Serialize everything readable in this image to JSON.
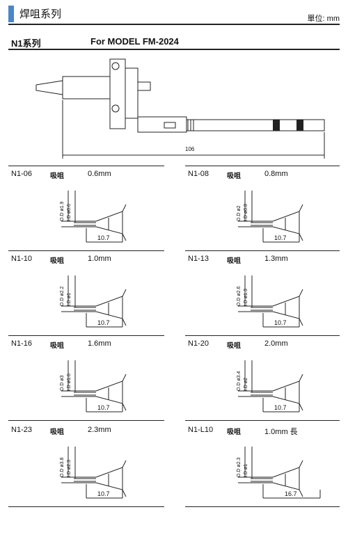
{
  "header": {
    "title": "焊咀系列",
    "unit": "單位: mm",
    "accent": "#4a86c8"
  },
  "series": {
    "name": "N1系列",
    "model": "For MODEL FM-2024"
  },
  "main_drawing": {
    "overall_length": "106"
  },
  "nozzles": [
    {
      "code": "N1-06",
      "type": "吸咀",
      "size": "0.6mm",
      "od": "O.D ø1.9",
      "id": "I.D ø0.6",
      "length": "10.7"
    },
    {
      "code": "N1-08",
      "type": "吸咀",
      "size": "0.8mm",
      "od": "O.D ø2",
      "id": "I.D ø0.8",
      "length": "10.7"
    },
    {
      "code": "N1-10",
      "type": "吸咀",
      "size": "1.0mm",
      "od": "O.D ø2.2",
      "id": "I.D ø1",
      "length": "10.7"
    },
    {
      "code": "N1-13",
      "type": "吸咀",
      "size": "1.3mm",
      "od": "O.D ø2.6",
      "id": "I.D ø1.3",
      "length": "10.7"
    },
    {
      "code": "N1-16",
      "type": "吸咀",
      "size": "1.6mm",
      "od": "O.D ø3",
      "id": "I.D ø1.6",
      "length": "10.7"
    },
    {
      "code": "N1-20",
      "type": "吸咀",
      "size": "2.0mm",
      "od": "O.D ø3.4",
      "id": "I.D ø2",
      "length": "10.7"
    },
    {
      "code": "N1-23",
      "type": "吸咀",
      "size": "2.3mm",
      "od": "O.D ø3.8",
      "id": "I.D ø2.3",
      "length": "10.7"
    },
    {
      "code": "N1-L10",
      "type": "吸咀",
      "size": "1.0mm 長",
      "od": "O.D ø2.3",
      "id": "I.D ø1",
      "length": "16.7"
    }
  ]
}
